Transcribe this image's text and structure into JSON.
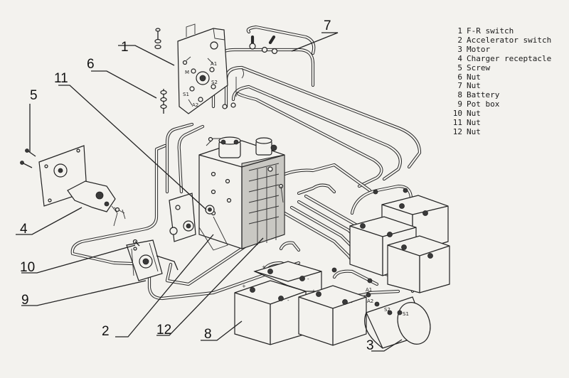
{
  "legend": [
    {
      "num": "1",
      "label": "F-R switch"
    },
    {
      "num": "2",
      "label": "Accelerator switch"
    },
    {
      "num": "3",
      "label": "Motor"
    },
    {
      "num": "4",
      "label": "Charger receptacle"
    },
    {
      "num": "5",
      "label": "Screw"
    },
    {
      "num": "6",
      "label": "Nut"
    },
    {
      "num": "7",
      "label": "Nut"
    },
    {
      "num": "8",
      "label": "Battery"
    },
    {
      "num": "9",
      "label": "Pot box"
    },
    {
      "num": "10",
      "label": "Nut"
    },
    {
      "num": "11",
      "label": "Nut"
    },
    {
      "num": "12",
      "label": "Nut"
    }
  ],
  "callouts": {
    "c1": "1",
    "c2": "2",
    "c3": "3",
    "c4": "4",
    "c5": "5",
    "c6": "6",
    "c7": "7",
    "c8": "8",
    "c9": "9",
    "c10": "10",
    "c11": "11",
    "c12": "12"
  },
  "terminal_labels": {
    "frs_m": "M",
    "frs_a1": "A1",
    "frs_s2": "S2",
    "frs_s1": "S1",
    "frs_a2": "A2",
    "motor_a1": "A1",
    "motor_a2": "A2",
    "motor_s2": "S2",
    "motor_s1": "S1"
  },
  "battery_signs": {
    "plus": "+",
    "minus": "-"
  }
}
